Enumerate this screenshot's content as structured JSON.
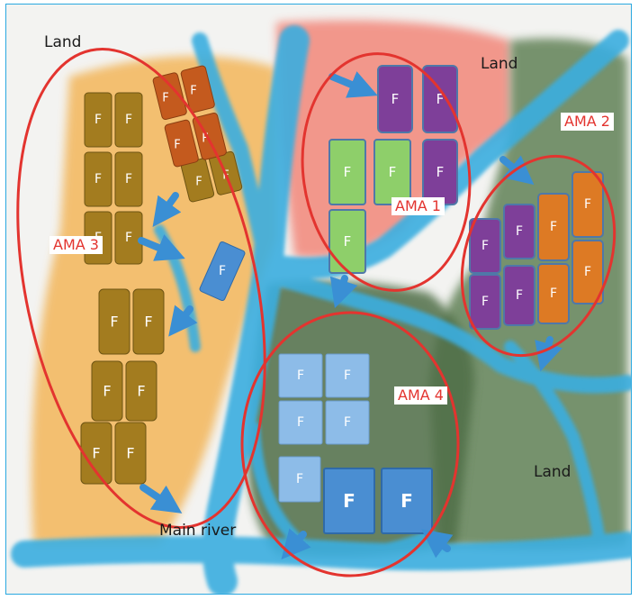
{
  "labels": {
    "land_top_left": "Land",
    "land_top_right": "Land",
    "land_bottom_right": "Land",
    "main_river": "Main river",
    "ama1": "AMA 1",
    "ama2": "AMA 2",
    "ama3": "AMA 3",
    "ama4": "AMA 4"
  },
  "farm_letter": "F",
  "colors": {
    "border": "#2aa8e0",
    "river": "#3aaee0",
    "land_orange": "#f3b65a",
    "land_red": "#f2877a",
    "land_green": "#587a4e",
    "ama_outline": "#e3342f",
    "farm_brown": "#a37c1f",
    "farm_rust": "#c45a1e",
    "farm_purple": "#7e3f99",
    "farm_green": "#8ecf6a",
    "farm_orange": "#dd7a24",
    "farm_lightblue": "#8dbce8",
    "farm_blue": "#4a8ed2"
  }
}
